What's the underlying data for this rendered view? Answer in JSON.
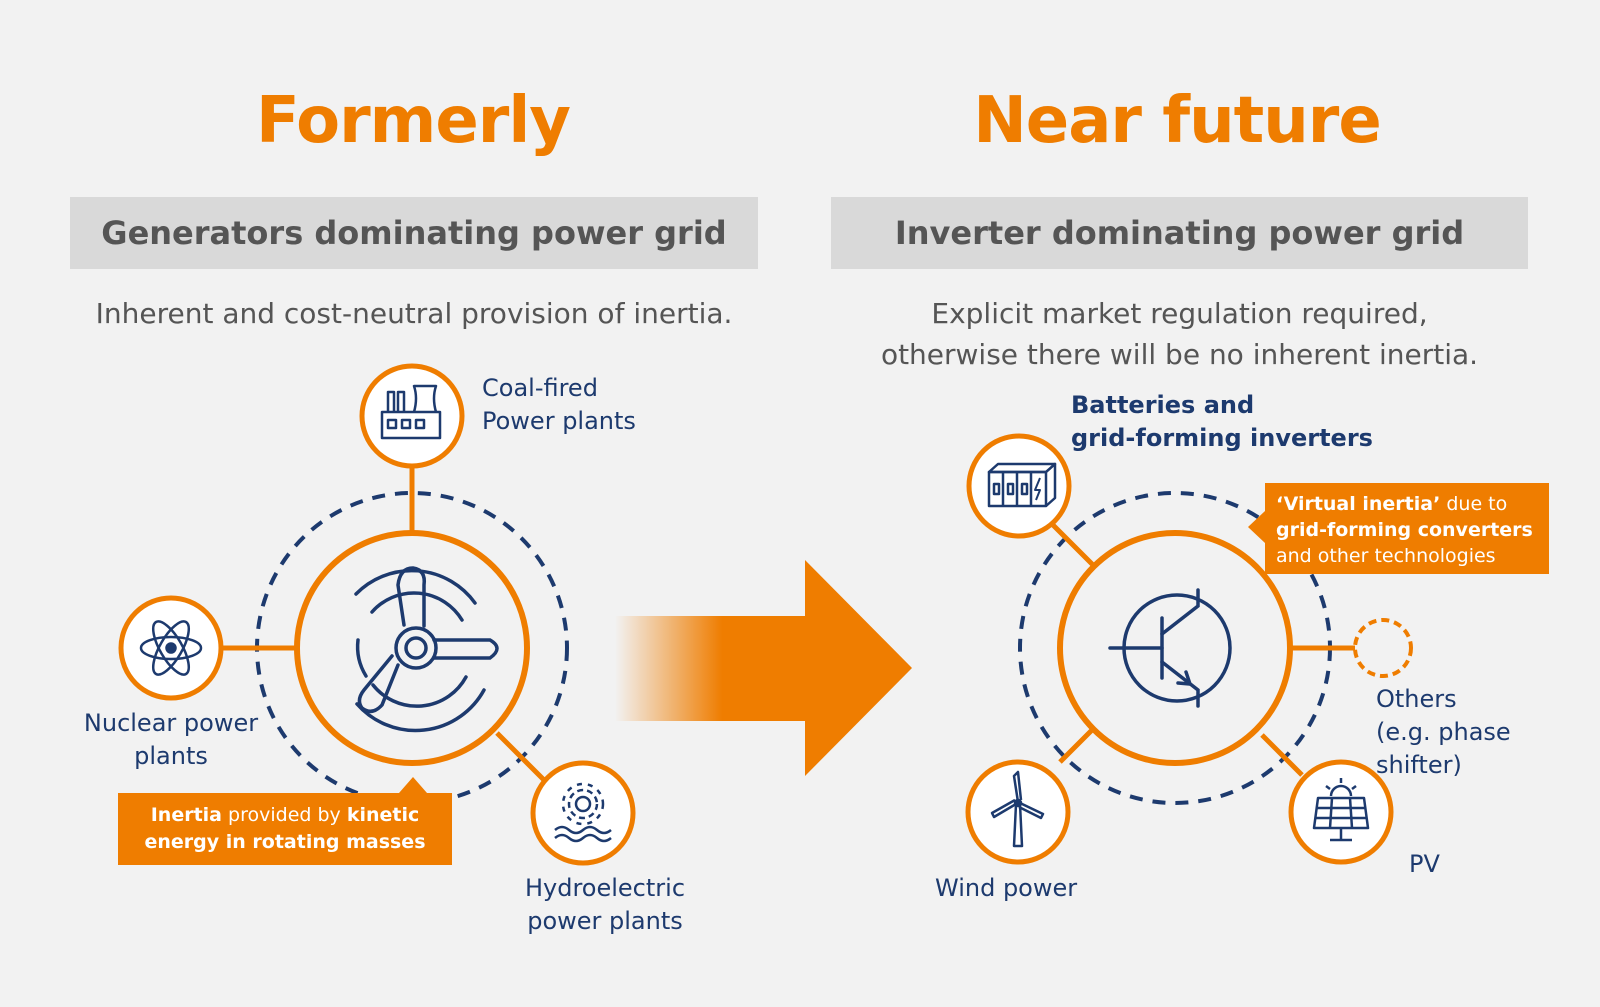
{
  "left": {
    "heading": "Formerly",
    "band": "Generators dominating power grid",
    "description": "Inherent and cost-neutral provision of inertia.",
    "coal_label": [
      "Coal-fired",
      "Power plants"
    ],
    "nuclear_label": [
      "Nuclear power",
      "plants"
    ],
    "hydro_label": [
      "Hydroelectric",
      "power plants"
    ],
    "callout": {
      "line1_bold_a": "Inertia",
      "line1_normal": " provided by ",
      "line1_bold_b": "kinetic",
      "line2_bold": "energy in rotating masses"
    }
  },
  "right": {
    "heading": "Near future",
    "band": "Inverter dominating power grid",
    "description": [
      "Explicit market regulation required,",
      "otherwise there will be no inherent inertia."
    ],
    "batteries_label": [
      "Batteries and",
      "grid-forming inverters"
    ],
    "others_label": [
      "Others",
      "(e.g. phase shifter)"
    ],
    "wind_label": "Wind power",
    "pv_label": "PV",
    "callout": {
      "line1_bold": "‘Virtual inertia’",
      "line1_normal": " due to",
      "line2_bold": "grid-forming converters",
      "line3_normal": "and other technologies"
    }
  },
  "colors": {
    "accent": "#ef7d00",
    "navy": "#1d3a6e",
    "gray_text": "#555555",
    "band": "#d9d9d9",
    "background": "#f2f2f2"
  },
  "icons": [
    "factory-icon",
    "atom-icon",
    "water-turbine-icon",
    "rotor-icon",
    "battery-icon",
    "transistor-icon",
    "wind-turbine-icon",
    "solar-panel-icon"
  ]
}
